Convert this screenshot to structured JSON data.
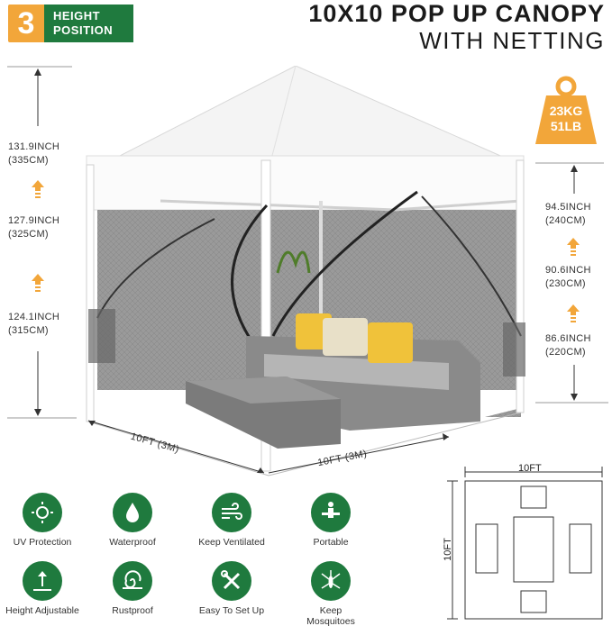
{
  "badge": {
    "number": "3",
    "line1": "HEIGHT",
    "line2": "POSITION"
  },
  "title": {
    "line1": "10X10 POP UP CANOPY",
    "line2": "WITH NETTING"
  },
  "weight": {
    "kg": "23KG",
    "lb": "51LB"
  },
  "left_heights": [
    {
      "inch": "131.9INCH",
      "cm": "(335CM)"
    },
    {
      "inch": "127.9INCH",
      "cm": "(325CM)"
    },
    {
      "inch": "124.1INCH",
      "cm": "(315CM)"
    }
  ],
  "right_heights": [
    {
      "inch": "94.5INCH",
      "cm": "(240CM)"
    },
    {
      "inch": "90.6INCH",
      "cm": "(230CM)"
    },
    {
      "inch": "86.6INCH",
      "cm": "(220CM)"
    }
  ],
  "footprint": {
    "left": "10FT (3M)",
    "right": "10FT (3M)"
  },
  "layout": {
    "top": "10FT",
    "side": "10FT"
  },
  "features": [
    {
      "label": "UV Protection",
      "icon": "uv-icon"
    },
    {
      "label": "Waterproof",
      "icon": "waterproof-icon"
    },
    {
      "label": "Keep Ventilated",
      "icon": "wind-icon"
    },
    {
      "label": "Portable",
      "icon": "portable-icon"
    },
    {
      "label": "Height Adjustable",
      "icon": "height-icon"
    },
    {
      "label": "Rustproof",
      "icon": "rustproof-icon"
    },
    {
      "label": "Easy To Set Up",
      "icon": "tools-icon"
    },
    {
      "label": "Keep Mosquitoes Out",
      "icon": "mosquito-icon"
    }
  ],
  "colors": {
    "brand_green": "#1f7a3e",
    "accent_orange": "#f2a63a"
  }
}
